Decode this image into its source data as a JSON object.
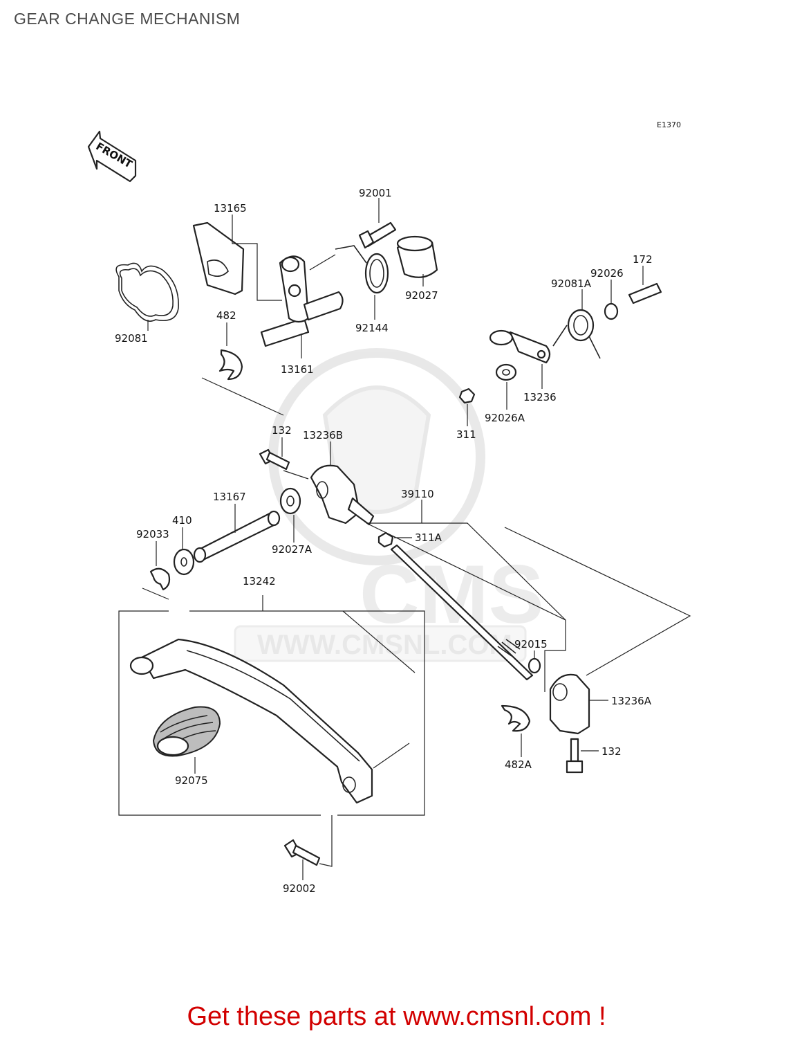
{
  "title": "GEAR CHANGE MECHANISM",
  "diagram_code": "E1370",
  "front_label": "FRONT",
  "watermark": {
    "logo_text": "CMS",
    "url_text": "WWW.CMSNL.COM"
  },
  "parts": {
    "p13165": "13165",
    "p92001": "92001",
    "p172": "172",
    "p92026": "92026",
    "p92081A": "92081A",
    "p92027": "92027",
    "p92144": "92144",
    "p92081": "92081",
    "p482": "482",
    "p13161": "13161",
    "p13236": "13236",
    "p92026A": "92026A",
    "p311": "311",
    "p132_top": "132",
    "p13236B": "13236B",
    "p13167": "13167",
    "p39110": "39110",
    "p410": "410",
    "p92033": "92033",
    "p311A": "311A",
    "p92027A": "92027A",
    "p13242": "13242",
    "p92015": "92015",
    "p13236A": "13236A",
    "p482A": "482A",
    "p132_bottom": "132",
    "p92075": "92075",
    "p92002": "92002"
  },
  "footer": "Get these parts at www.cmsnl.com !"
}
